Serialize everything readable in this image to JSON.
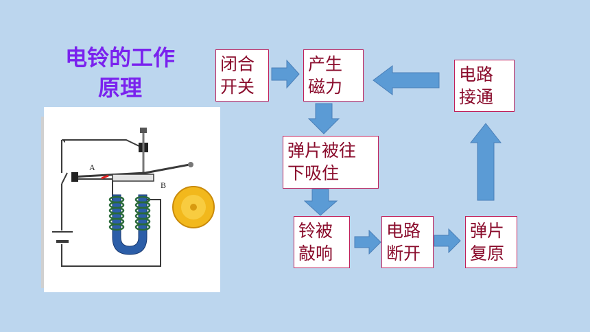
{
  "title": {
    "line1": "电铃的工作",
    "line2": "原理"
  },
  "figure": {
    "label_a": "A",
    "label_b": "B"
  },
  "steps": {
    "switch_on": {
      "line1": "闭合",
      "line2": "开关"
    },
    "magnetism": {
      "line1": "产生",
      "line2": "磁力"
    },
    "circuit_on": {
      "line1": "电路",
      "line2": "接通"
    },
    "attract": {
      "line1": "弹片被往",
      "line2": "下吸住"
    },
    "ring": {
      "line1": "铃被",
      "line2": "敲响"
    },
    "circuit_off": {
      "line1": "电路",
      "line2": "断开"
    },
    "reset": {
      "line1": "弹片",
      "line2": "复原"
    }
  },
  "colors": {
    "background": "#bcd6ee",
    "title": "#7a22ee",
    "box_text": "#8a0c2c",
    "box_border": "#c0205a",
    "arrow": "#5b9bd5"
  }
}
